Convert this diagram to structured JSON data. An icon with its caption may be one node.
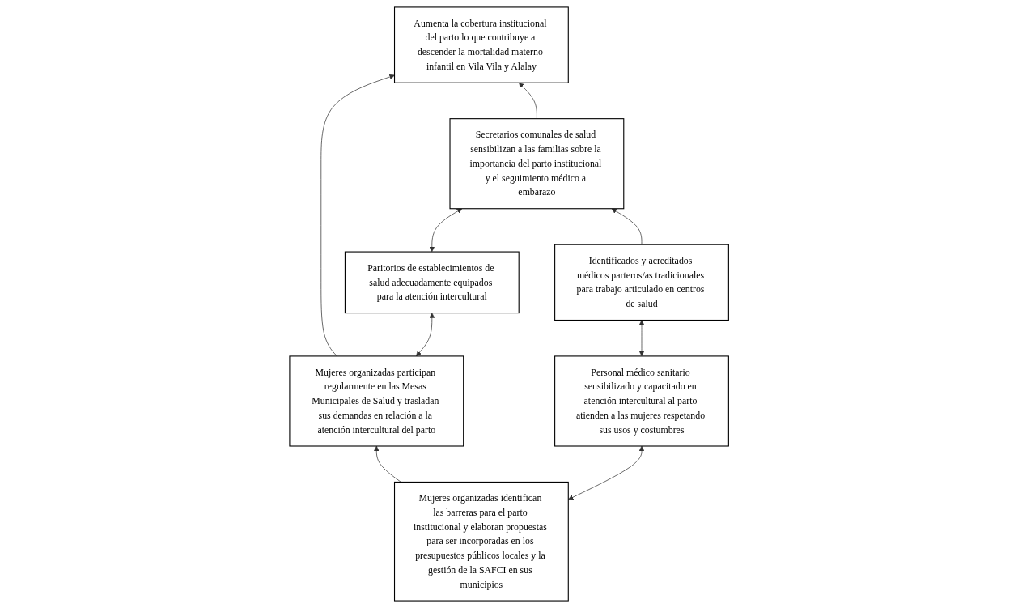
{
  "diagram": {
    "nodes": [
      {
        "text": [
          "Aumenta la cobertura institucional del parto lo que contribuye a descender la mortalidad materno infantil en Vila Vila y Alalay"
        ]
      },
      {
        "text": [
          "Mujeres organizadas participan regularmente en las Mesas Municipales de Salud y trasladan sus demandas en relación a la atención intercultural del parto"
        ]
      },
      {
        "text": [
          "Paritorios de establecimientos de salud adecuadamente equipados para la atención intercultural"
        ]
      },
      {
        "text": [
          "Secretarios comunales de salud sensibilizan a las familias sobre la importancia del parto institucional y el seguimiento médico a embarazo"
        ]
      },
      {
        "text": [
          "Mujeres organizadas identifican las barreras para el parto institucional y elaboran propuestas para ser incorporadas en los presupuestos públicos locales y la gestión de la SAFCI en sus municipios"
        ]
      },
      {
        "text": [
          "Personal médico sanitario sensibilizado y capacitado en atención intercultural al parto atienden a las mujeres respetando sus usos y costumbres"
        ]
      },
      {
        "text": [
          "Identificados y acreditados médicos parteros/as tradicionales para trabajo articulado en centros de salud"
        ]
      }
    ],
    "edges": [
      {
        "from": 1,
        "to": 0,
        "arrow": "to"
      },
      {
        "from": 3,
        "to": 0,
        "arrow": "to"
      },
      {
        "from": 1,
        "to": 2,
        "arrow": "both"
      },
      {
        "from": 2,
        "to": 3,
        "arrow": "both"
      },
      {
        "from": 4,
        "to": 1,
        "arrow": "to"
      },
      {
        "from": 6,
        "to": 3,
        "arrow": "to"
      },
      {
        "from": 4,
        "to": 5,
        "arrow": "both"
      },
      {
        "from": 5,
        "to": 6,
        "arrow": "both"
      }
    ]
  }
}
